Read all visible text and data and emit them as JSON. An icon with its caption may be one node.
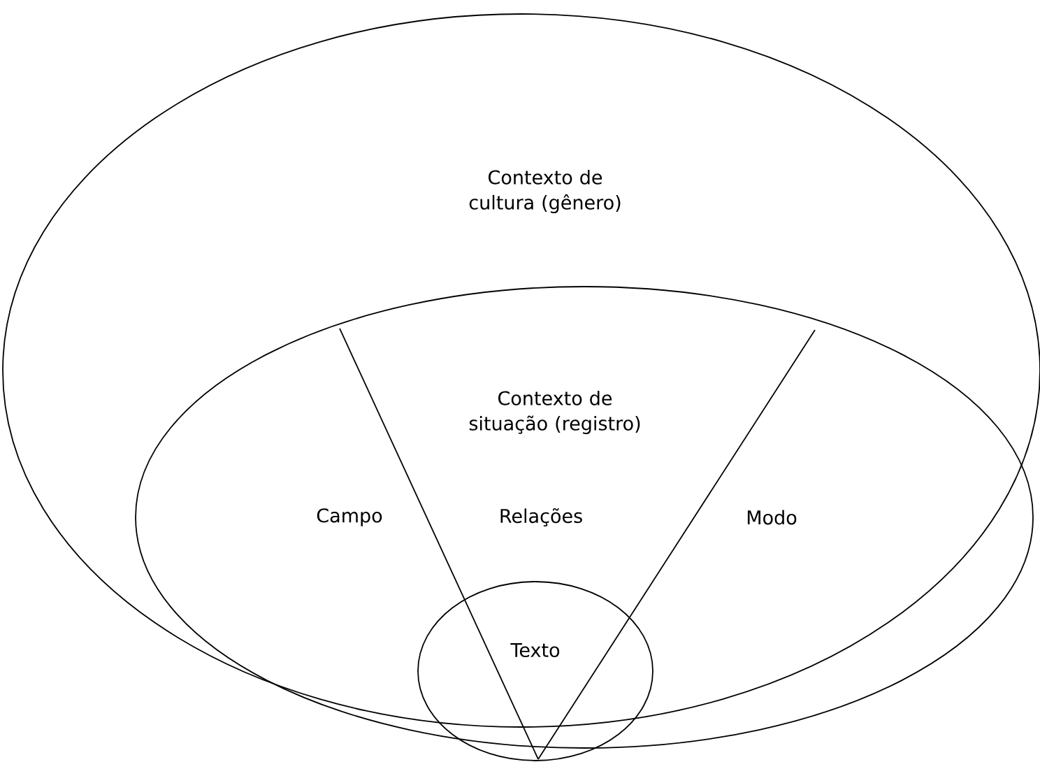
{
  "diagram": {
    "nodes": [
      {
        "text": [
          "Contexto de cultura (gênero)"
        ]
      },
      {
        "text": [
          "Contexto de situação (registro)"
        ],
        "in": 0
      },
      {
        "text": [
          "Texto"
        ],
        "in": 1
      }
    ],
    "labels": [
      "Campo",
      "Relações",
      "Modo"
    ]
  }
}
